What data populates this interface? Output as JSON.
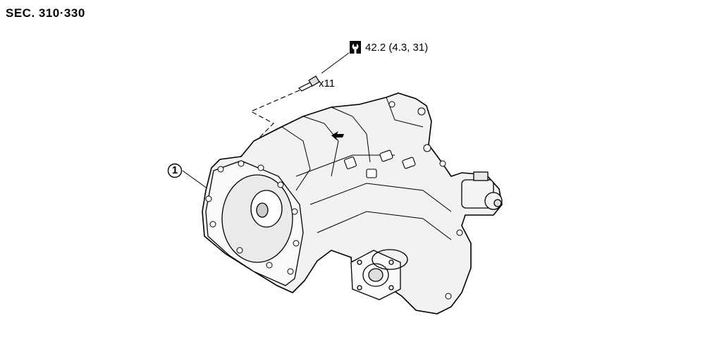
{
  "section": {
    "title": "SEC. 310·330"
  },
  "torque_spec": {
    "icon": "torque-wrench-icon",
    "value": "42.2 (4.3, 31)"
  },
  "bolt": {
    "quantity": "x11"
  },
  "callouts": [
    {
      "number": "1"
    }
  ]
}
